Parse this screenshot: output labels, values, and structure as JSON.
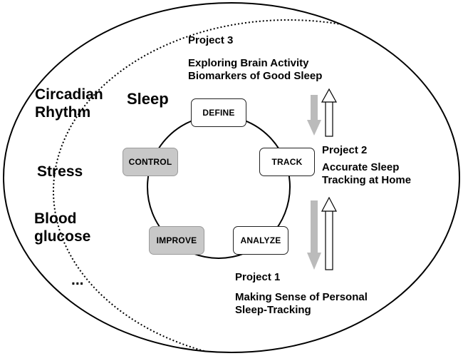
{
  "outer_factors": {
    "circadian": [
      "Circadian",
      "Rhythm"
    ],
    "stress": "Stress",
    "blood": [
      "Blood",
      "glucose"
    ],
    "more": "..."
  },
  "sleep_label": "Sleep",
  "cycle": {
    "define": "DEFINE",
    "track": "TRACK",
    "analyze": "ANALYZE",
    "improve": "IMPROVE",
    "control": "CONTROL"
  },
  "projects": {
    "p3": {
      "title": "Project 3",
      "lines": [
        "Exploring Brain Activity",
        "Biomarkers of Good Sleep"
      ]
    },
    "p2": {
      "title": "Project 2",
      "lines": [
        "Accurate Sleep",
        "Tracking at Home"
      ]
    },
    "p1": {
      "title": "Project 1",
      "lines": [
        "Making Sense of Personal",
        "Sleep-Tracking"
      ]
    }
  },
  "colors": {
    "gray_box": "#c8c8c8",
    "gray_arrow": "#bbbbbb",
    "line": "#000000"
  }
}
